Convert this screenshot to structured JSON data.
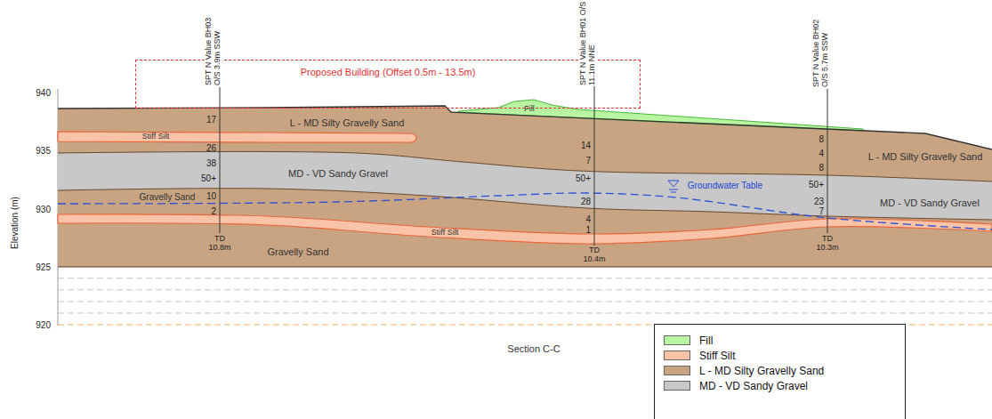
{
  "diagram": {
    "caption": "Section C-C",
    "nodes": [
      {
        "text": [
          "Proposed Building (Offset 0.5m - 13.5m)"
        ]
      }
    ],
    "labels": [
      "940",
      "935",
      "930",
      "925",
      "920",
      "Elevation (m)",
      "SPT N Value BH03 O/S 3.9m SSW",
      "SPT N Value BH01 O/S 11.1m NNE",
      "SPT N Value BH02 O/S 5.7m SSW",
      "17",
      "26",
      "38",
      "50+",
      "10",
      "2",
      "TD 10.8m",
      "14",
      "7",
      "50+",
      "28",
      "4",
      "1",
      "TD 10.4m",
      "8",
      "4",
      "8",
      "50+",
      "23",
      "7",
      "TD 10.3m",
      "L - MD Silty Gravelly Sand",
      "Stiff Silt",
      "MD - VD Sandy Gravel",
      "Gravelly Sand",
      "Stiff Silt",
      "Gravelly Sand",
      "Fill",
      "L - MD Silty Gravelly Sand",
      "MD - VD Sandy Gravel",
      "Groundwater Table"
    ],
    "legend": [
      {
        "text": "Fill",
        "color": "#b8f5a0"
      },
      {
        "text": "Stiff Silt",
        "color": "#f9c3a7"
      },
      {
        "text": "L - MD Silty Gravelly Sand",
        "color": "#c8a482"
      },
      {
        "text": "MD - VD Sandy Gravel",
        "color": "#c8c8c8"
      }
    ]
  }
}
